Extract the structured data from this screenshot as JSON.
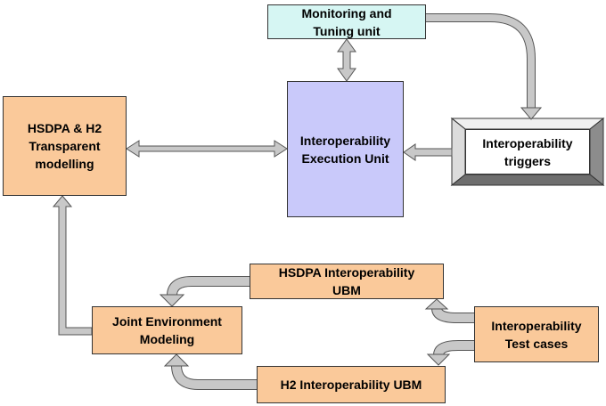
{
  "nodes": {
    "monitoring": {
      "label": "Monitoring and\nTuning unit"
    },
    "hsdpa_h2": {
      "label": "HSDPA & H2\nTransparent\nmodelling"
    },
    "execution": {
      "label": "Interoperability\nExecution Unit"
    },
    "triggers": {
      "label": "Interoperability\ntriggers"
    },
    "hsdpa_ubm": {
      "label": "HSDPA Interoperability\nUBM"
    },
    "joint_env": {
      "label": "Joint Environment\nModeling"
    },
    "test_cases": {
      "label": "Interoperability\nTest cases"
    },
    "h2_ubm": {
      "label": "H2 Interoperability UBM"
    }
  },
  "colors": {
    "orange": "#fac99a",
    "cyan": "#d6f6f3",
    "purple": "#c9c9fa",
    "arrow_fill": "#c8c8c8",
    "arrow_stroke": "#555555"
  }
}
